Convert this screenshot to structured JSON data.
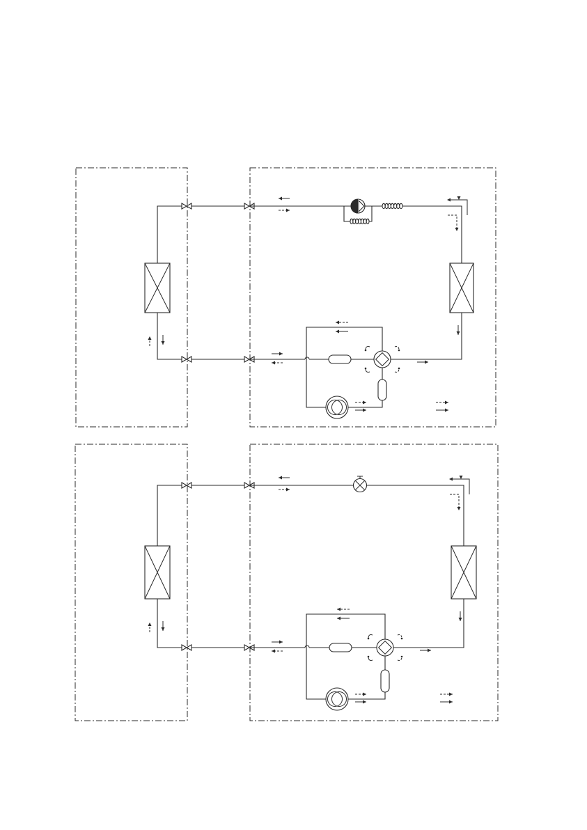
{
  "diagrams": [
    {
      "id": "heat-pump-system-with-check-valve",
      "indoor_unit": {
        "heat_exchanger": "indoor-heat-exchanger",
        "service_valves": 2
      },
      "outdoor_unit": {
        "components": [
          "service-valves",
          "check-valve",
          "capillary-tubes",
          "outdoor-heat-exchanger",
          "four-way-valve",
          "accumulator",
          "muffler",
          "compressor"
        ]
      },
      "flow_legend": {
        "cooling": "solid-arrow",
        "heating": "dashed-arrow"
      }
    },
    {
      "id": "heat-pump-system-with-expansion-valve",
      "indoor_unit": {
        "heat_exchanger": "indoor-heat-exchanger",
        "service_valves": 2
      },
      "outdoor_unit": {
        "components": [
          "service-valves",
          "electronic-expansion-valve",
          "outdoor-heat-exchanger",
          "four-way-valve",
          "accumulator",
          "muffler",
          "compressor"
        ]
      },
      "flow_legend": {
        "cooling": "solid-arrow",
        "heating": "dashed-arrow"
      }
    }
  ],
  "colors": {
    "line": "#2a2a2a",
    "background": "#ffffff"
  }
}
